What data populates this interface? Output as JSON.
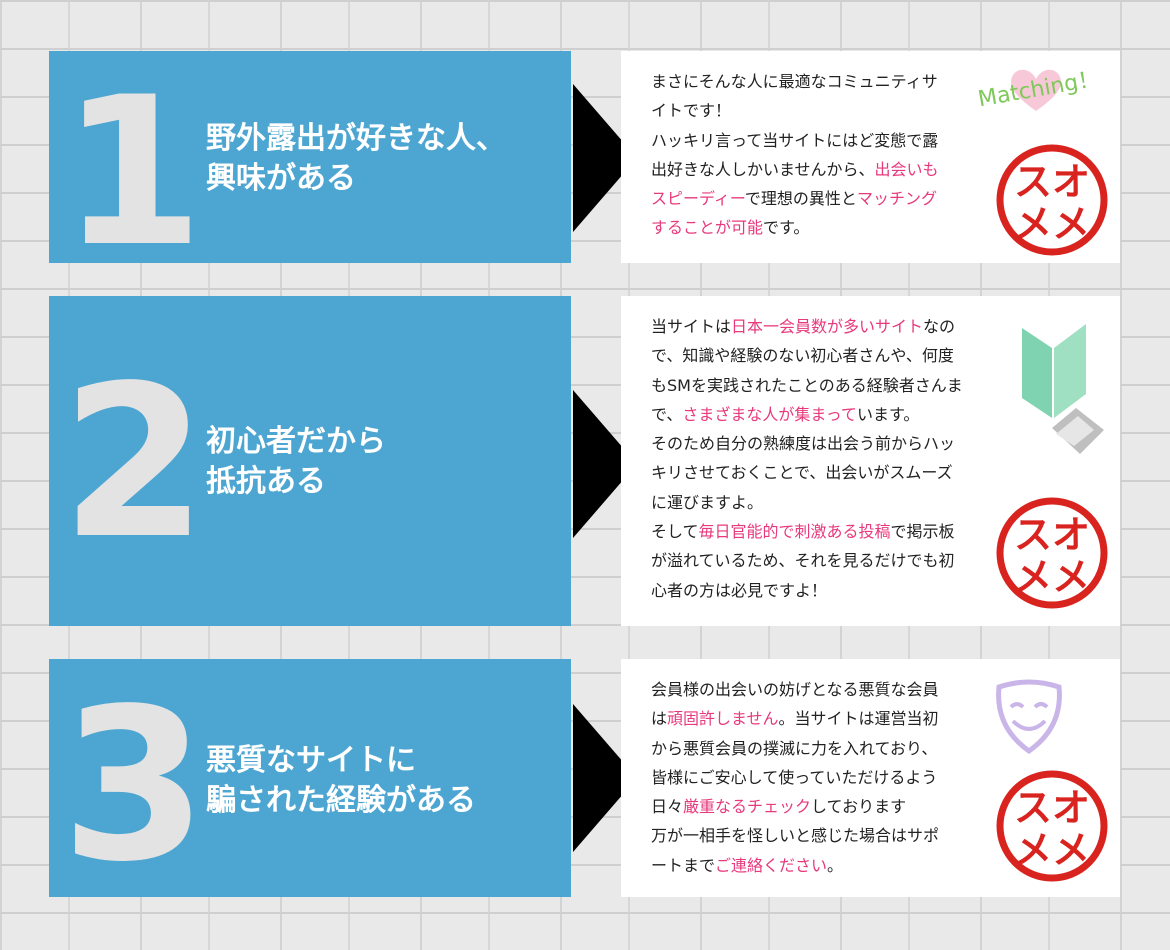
{
  "items": [
    {
      "number": "1",
      "heading_line1": "野外露出が好きな人、",
      "heading_line2": "興味がある",
      "body_segments": [
        {
          "text": "まさにそんな人に最適なコミュニティサ"
        },
        {
          "text": "イトです！"
        },
        {
          "text": "ハッキリ言って当サイトにはど変態で露"
        },
        {
          "text": "出好きな人しかいませんから、"
        },
        {
          "text": "出会いも",
          "hl": true
        },
        {
          "text": "スピーディー",
          "hl": true
        },
        {
          "text": "で理想の異性と"
        },
        {
          "text": "マッチング",
          "hl": true
        },
        {
          "text": "することが可能",
          "hl": true
        },
        {
          "text": "です。"
        }
      ],
      "badge_text": "Matching！"
    },
    {
      "number": "2",
      "heading_line1": "初心者だから",
      "heading_line2": "抵抗ある",
      "body_segments": [
        {
          "text": "当サイトは"
        },
        {
          "text": "日本一会員数が多いサイト",
          "hl": true
        },
        {
          "text": "なの"
        },
        {
          "text": "で、知識や経験のない初心者さんや、何度"
        },
        {
          "text": "もSMを実践されたことのある経験者さんま"
        },
        {
          "text": "で、"
        },
        {
          "text": "さまざまな人が集まって",
          "hl": true
        },
        {
          "text": "います。"
        },
        {
          "text": "そのため自分の熟練度は出会う前からハッ"
        },
        {
          "text": "キリさせておくことで、出会いがスムーズ"
        },
        {
          "text": "に運びますよ。"
        },
        {
          "text": "そして"
        },
        {
          "text": "毎日官能的で刺激ある投稿",
          "hl": true
        },
        {
          "text": "で掲示板"
        },
        {
          "text": "が溢れているため、それを見るだけでも初"
        },
        {
          "text": "心者の方は必見ですよ！"
        }
      ]
    },
    {
      "number": "3",
      "heading_line1": "悪質なサイトに",
      "heading_line2": "騙された経験がある",
      "body_segments": [
        {
          "text": "会員様の出会いの妨げとなる悪質な会員"
        },
        {
          "text": "は"
        },
        {
          "text": "頑固許しません",
          "hl": true
        },
        {
          "text": "。当サイトは運営当初"
        },
        {
          "text": "から悪質会員の撲滅に力を入れており、"
        },
        {
          "text": "皆様にご安心して使っていただけるよう"
        },
        {
          "text": "日々"
        },
        {
          "text": "厳重なるチェック",
          "hl": true
        },
        {
          "text": "しております"
        },
        {
          "text": "万が一相手を怪しいと感じた場合はサポ"
        },
        {
          "text": "ートまで"
        },
        {
          "text": "ご連絡ください",
          "hl": true
        },
        {
          "text": "。"
        }
      ]
    }
  ],
  "stamp": {
    "line1": "スオ",
    "line2": "メメ"
  },
  "colors": {
    "panel_blue": "#4da6d1",
    "highlight_pink": "#e8397c",
    "stamp_red": "#d9231f",
    "number_gray": "#e3e3e3"
  },
  "icons": [
    "heart-icon",
    "beginner-mark-icon",
    "mask-icon",
    "arrow-right-icon"
  ]
}
